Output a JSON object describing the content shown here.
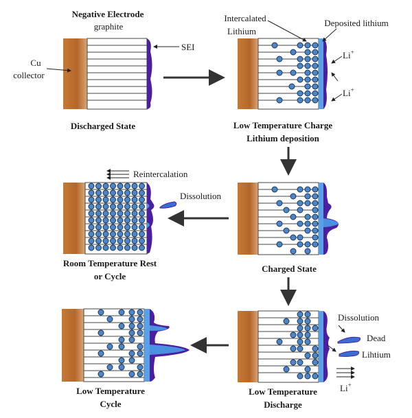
{
  "labels": {
    "negative_electrode": "Negative Electrode",
    "graphite": "graphite",
    "cu": "Cu",
    "collector": "collector",
    "sei": "SEI",
    "discharged_state": "Discharged State",
    "intercalated": "Intercalated",
    "lithium": "Lithium",
    "deposited_lithium": "Deposited lithium",
    "li_ion": "Li",
    "plus": "+",
    "low_temp_charge_1": "Low Temperature Charge",
    "low_temp_charge_2": "Lithium deposition",
    "reintercalation": "Reintercalation",
    "dissolution": "Dissolution",
    "room_temp_rest_1": "Room Temperature Rest",
    "room_temp_rest_2": "or Cycle",
    "charged_state": "Charged State",
    "dead": "Dead",
    "lihtium": "Lihtium",
    "low_temp_cycle_1": "Low Temperature",
    "low_temp_cycle_2": "Cycle",
    "low_temp_discharge_1": "Low Temperature",
    "low_temp_discharge_2": "Discharge"
  },
  "colors": {
    "copper": "#b8692b",
    "sei": "#4b1fa0",
    "lithium_deposit": "#3a7bd5",
    "ion_fill": "#4d86c6",
    "ion_stroke": "#1a3559",
    "arrow": "#333333"
  }
}
